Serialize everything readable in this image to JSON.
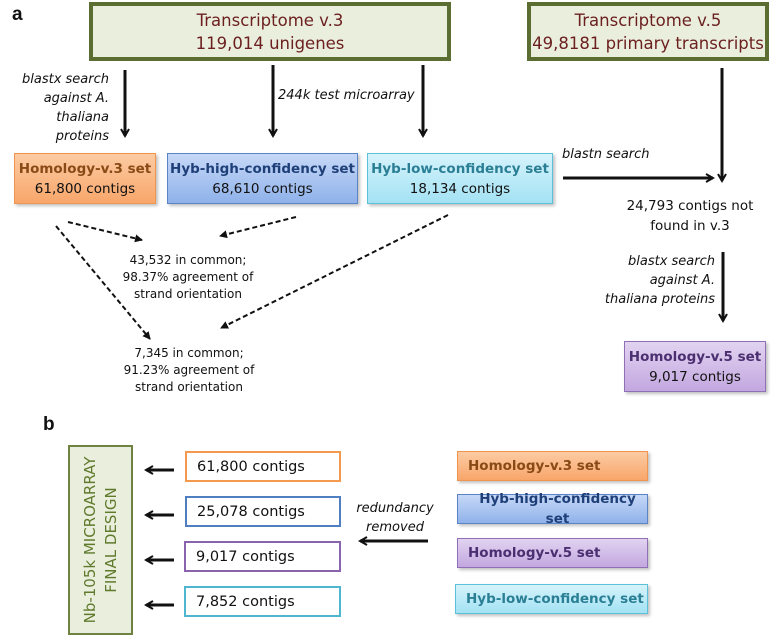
{
  "panel_a": {
    "label": "a",
    "transcriptome_v3": {
      "title": "Transcriptome v.3",
      "subtitle": "119,014 unigenes"
    },
    "transcriptome_v5": {
      "title": "Transcriptome v.5",
      "subtitle": "49,8181 primary transcripts"
    },
    "edge_labels": {
      "blastx_v3": [
        "blastx search",
        "against A.",
        "thaliana proteins"
      ],
      "test_microarray": "244k test microarray",
      "blastn": "blastn search",
      "blastx_v5": [
        "blastx search",
        "against A.",
        "thaliana proteins"
      ]
    },
    "sets": {
      "homology_v3": {
        "name": "Homology-v.3 set",
        "count": "61,800 contigs"
      },
      "hyb_high": {
        "name": "Hyb-high-confidency set",
        "count": "68,610 contigs"
      },
      "hyb_low": {
        "name": "Hyb-low-confidency set",
        "count": "18,134 contigs"
      },
      "homology_v5": {
        "name": "Homology-v.5 set",
        "count": "9,017 contigs"
      }
    },
    "not_found": [
      "24,793 contigs not",
      "found in v.3"
    ],
    "overlap_high": [
      "43,532 in common;",
      "98.37% agreement of",
      "strand orientation"
    ],
    "overlap_low": [
      "7,345 in common;",
      "91.23% agreement of",
      "strand orientation"
    ]
  },
  "panel_b": {
    "label": "b",
    "final_design": [
      "Nb-105k MICROARRAY",
      "FINAL DESIGN"
    ],
    "redundancy_label": [
      "redundancy",
      "removed"
    ],
    "outputs": [
      {
        "count": "61,800 contigs",
        "color": "#f49a4f"
      },
      {
        "count": "25,078 contigs",
        "color": "#4f7fc1"
      },
      {
        "count": "9,017 contigs",
        "color": "#8a63ad"
      },
      {
        "count": "7,852 contigs",
        "color": "#4fb6cf"
      }
    ],
    "sets": [
      {
        "name": "Homology-v.3 set"
      },
      {
        "name": "Hyb-high-confidency set"
      },
      {
        "name": "Homology-v.5 set"
      },
      {
        "name": "Hyb-low-confidency set"
      }
    ]
  },
  "colors": {
    "transcriptome_border": "#5b6d31",
    "transcriptome_fill": "#eaeedd",
    "transcriptome_text": "#6b1f1f",
    "orange": "#f49a4f",
    "blue": "#4f7fc1",
    "cyan": "#4fb6cf",
    "purple": "#8a63ad",
    "final_text": "#5f7a2c"
  }
}
